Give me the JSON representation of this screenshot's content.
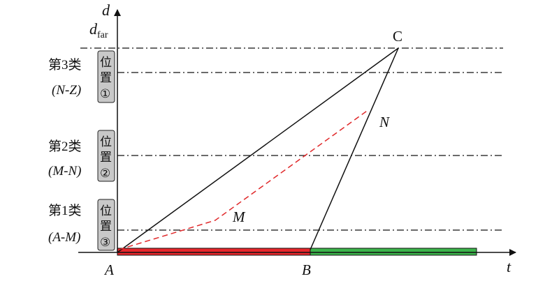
{
  "axes": {
    "y_label": "d",
    "y_tick_label_main": "d",
    "y_tick_label_sub": "far",
    "x_label": "t"
  },
  "points": {
    "A": "A",
    "B": "B",
    "C": "C",
    "M": "M",
    "N": "N"
  },
  "classes": [
    {
      "title": "第1类",
      "range": "(A-M)",
      "pos_chars": [
        "位",
        "置",
        "③"
      ]
    },
    {
      "title": "第2类",
      "range": "(M-N)",
      "pos_chars": [
        "位",
        "置",
        "②"
      ]
    },
    {
      "title": "第3类",
      "range": "(N-Z)",
      "pos_chars": [
        "位",
        "置",
        "①"
      ]
    }
  ],
  "colors": {
    "axis": "#111111",
    "dash_dot": "#111111",
    "dashed_curve": "#e0282a",
    "segment_AB": "#e8262c",
    "segment_B_end": "#3cb44b",
    "position_box": "#c8c8c8"
  }
}
